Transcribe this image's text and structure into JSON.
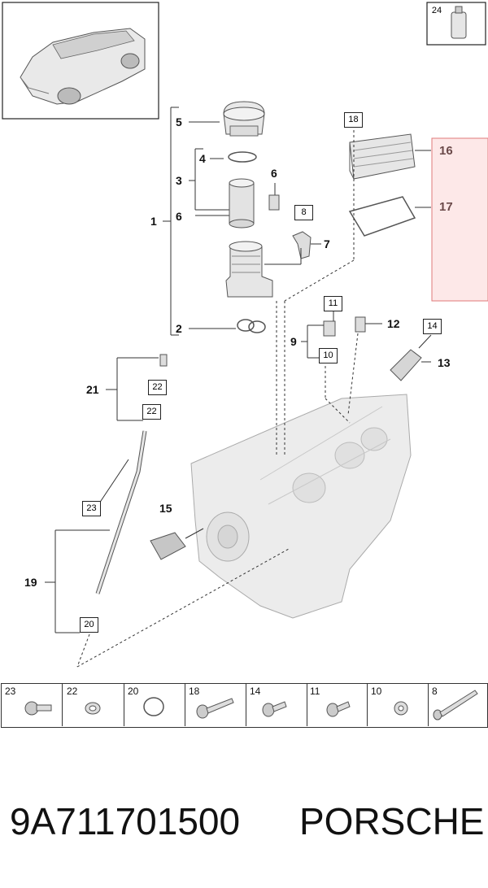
{
  "callouts": {
    "c1": "1",
    "c2": "2",
    "c3": "3",
    "c4": "4",
    "c5": "5",
    "c6a": "6",
    "c6b": "6",
    "c7": "7",
    "c9": "9",
    "c12": "12",
    "c13": "13",
    "c15": "15",
    "c16": "16",
    "c17": "17",
    "c19": "19",
    "c21": "21"
  },
  "boxed_refs": {
    "b8": "8",
    "b10": "10",
    "b11": "11",
    "b14": "14",
    "b18": "18",
    "b20": "20",
    "b22a": "22",
    "b22b": "22",
    "b23": "23",
    "b24": "24"
  },
  "hardware_strip": [
    "23",
    "22",
    "20",
    "18",
    "14",
    "11",
    "10",
    "8"
  ],
  "footer": {
    "part_number": "9A711701500",
    "brand": "PORSCHE"
  },
  "colors": {
    "highlight_fill": "#fde8e8",
    "highlight_border": "#e07a7a",
    "line": "#333333",
    "part_fill": "#e8e8e8"
  }
}
